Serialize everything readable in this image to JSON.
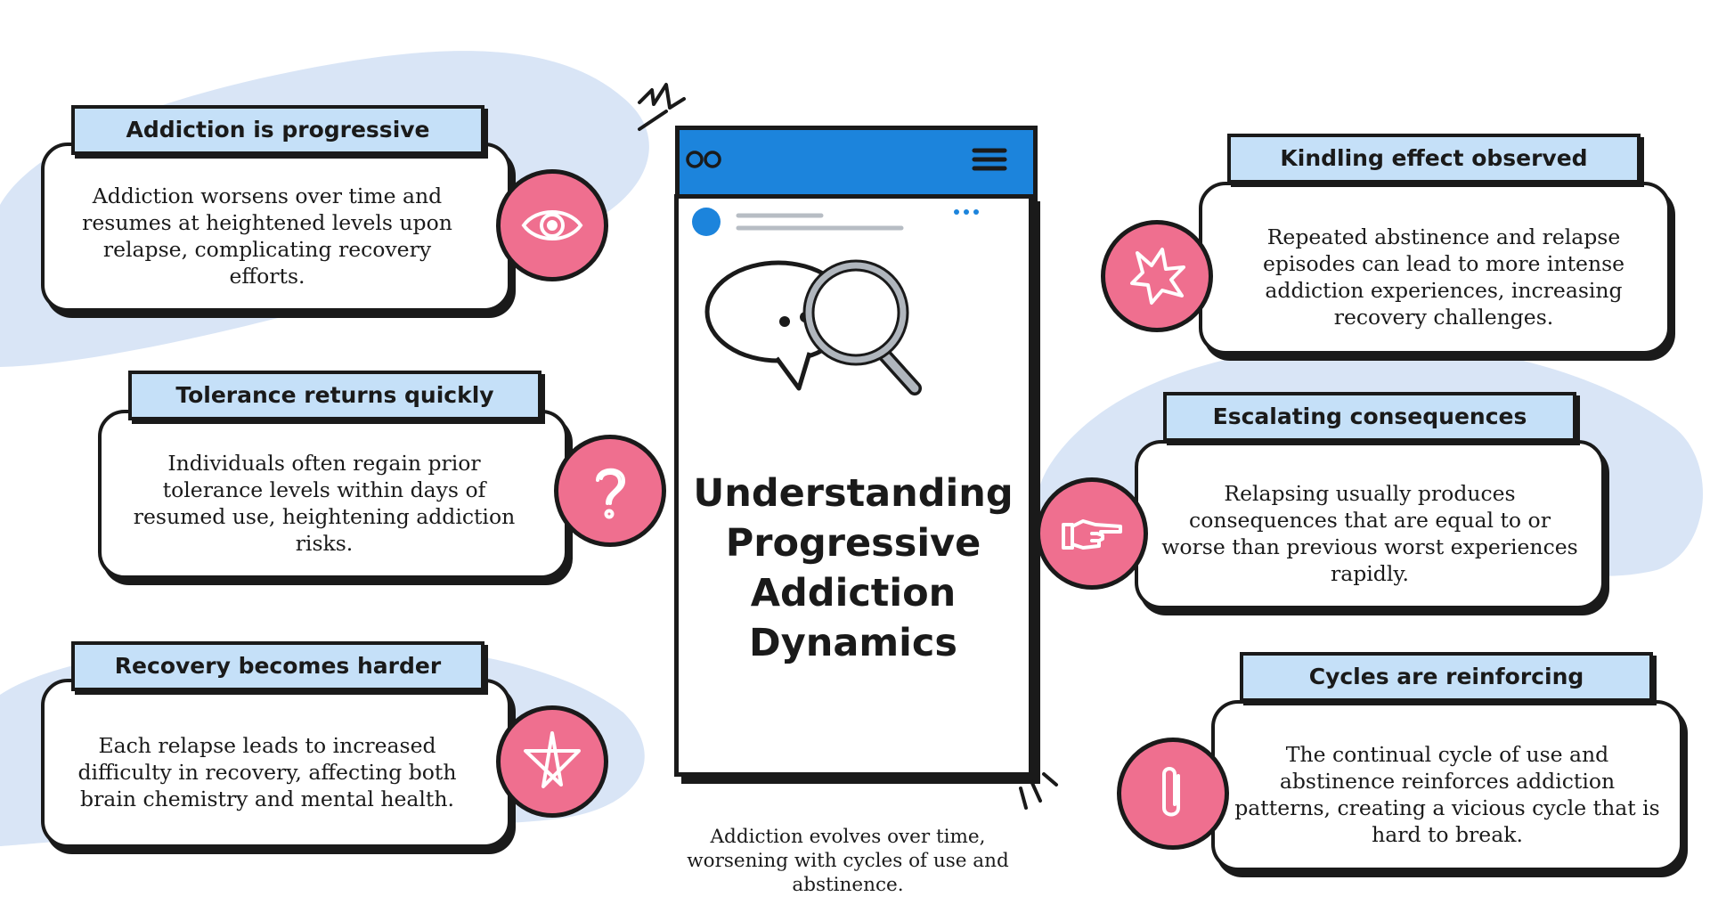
{
  "center": {
    "title": "Understanding Progressive Addiction Dynamics",
    "caption": "Addiction evolves over time, worsening with cycles of use and abstinence."
  },
  "cards": [
    {
      "id": "addiction-progressive",
      "title": "Addiction is progressive",
      "body": "Addiction worsens over time and resumes at heightened levels upon relapse, complicating recovery efforts.",
      "icon": "eye-icon"
    },
    {
      "id": "tolerance-returns",
      "title": "Tolerance returns quickly",
      "body": "Individuals often regain prior tolerance levels within days of resumed use, heightening addiction risks.",
      "icon": "question-mark-icon"
    },
    {
      "id": "recovery-harder",
      "title": "Recovery becomes harder",
      "body": "Each relapse leads to increased difficulty in recovery, affecting both brain chemistry and mental health.",
      "icon": "star-icon"
    },
    {
      "id": "kindling-effect",
      "title": "Kindling effect observed",
      "body": "Repeated abstinence and relapse episodes can lead to more intense addiction experiences, increasing recovery challenges.",
      "icon": "burst-icon"
    },
    {
      "id": "escalating-consequences",
      "title": "Escalating consequences",
      "body": "Relapsing usually produces consequences that are equal to or worse than previous worst experiences rapidly.",
      "icon": "pointing-hand-icon"
    },
    {
      "id": "cycles-reinforcing",
      "title": "Cycles are reinforcing",
      "body": "The continual cycle of use and abstinence reinforces addiction patterns, creating a vicious cycle that is hard to break.",
      "icon": "paperclip-icon"
    }
  ],
  "colors": {
    "tab_fill": "#c5e0f8",
    "badge_fill": "#ef6f8f",
    "phone_bar": "#1c84dc",
    "background_blob": "#d9e5f6",
    "outline": "#1a1a1a"
  }
}
